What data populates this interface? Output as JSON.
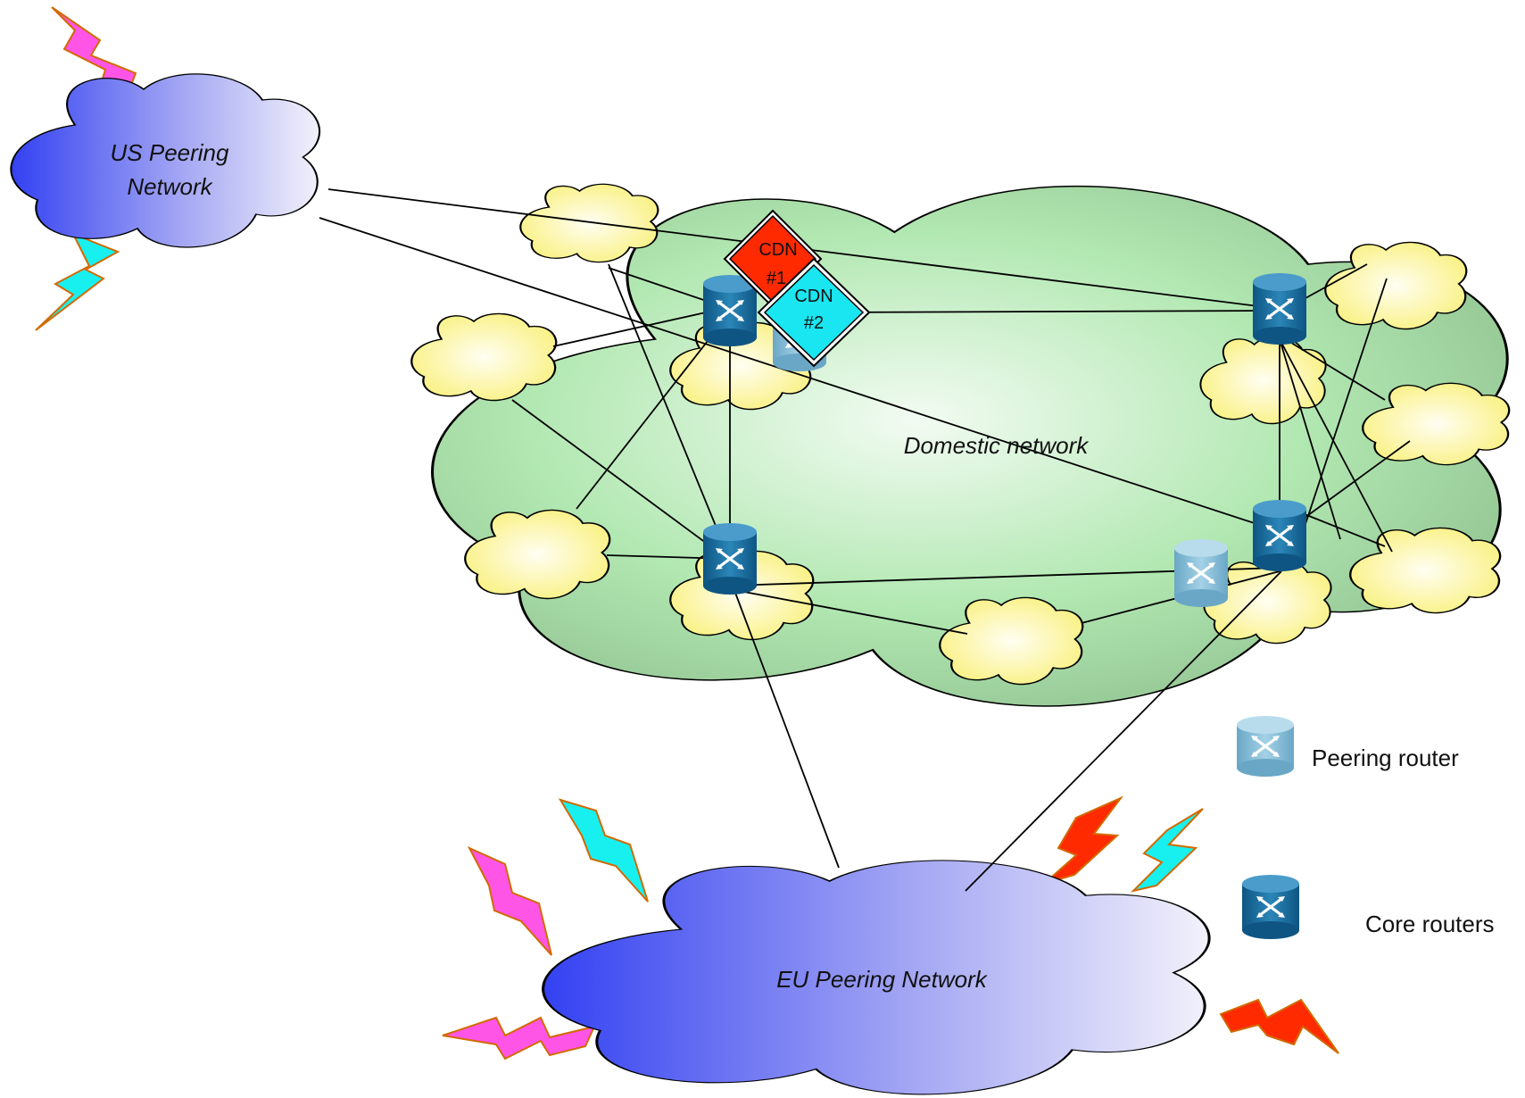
{
  "clouds": {
    "us_peering": {
      "line1": "US Peering",
      "line2": "Network"
    },
    "domestic": {
      "label": "Domestic network"
    },
    "eu_peering": {
      "label": "EU Peering Network"
    }
  },
  "cdn_nodes": [
    {
      "line1": "CDN",
      "line2": "#1",
      "color": "#ff2a00"
    },
    {
      "line1": "CDN",
      "line2": "#2",
      "color": "#19e6f0"
    }
  ],
  "legend": {
    "peering_router": "Peering router",
    "core_routers": "Core routers"
  },
  "colors": {
    "domestic_cloud": "#a8e4a8",
    "access_cloud": "#fdf79a",
    "peering_cloud_dark": "#3a48f5",
    "peering_cloud_light": "#ecebfa",
    "core_router": "#1f6fa0",
    "peering_router": "#86bcd6"
  }
}
